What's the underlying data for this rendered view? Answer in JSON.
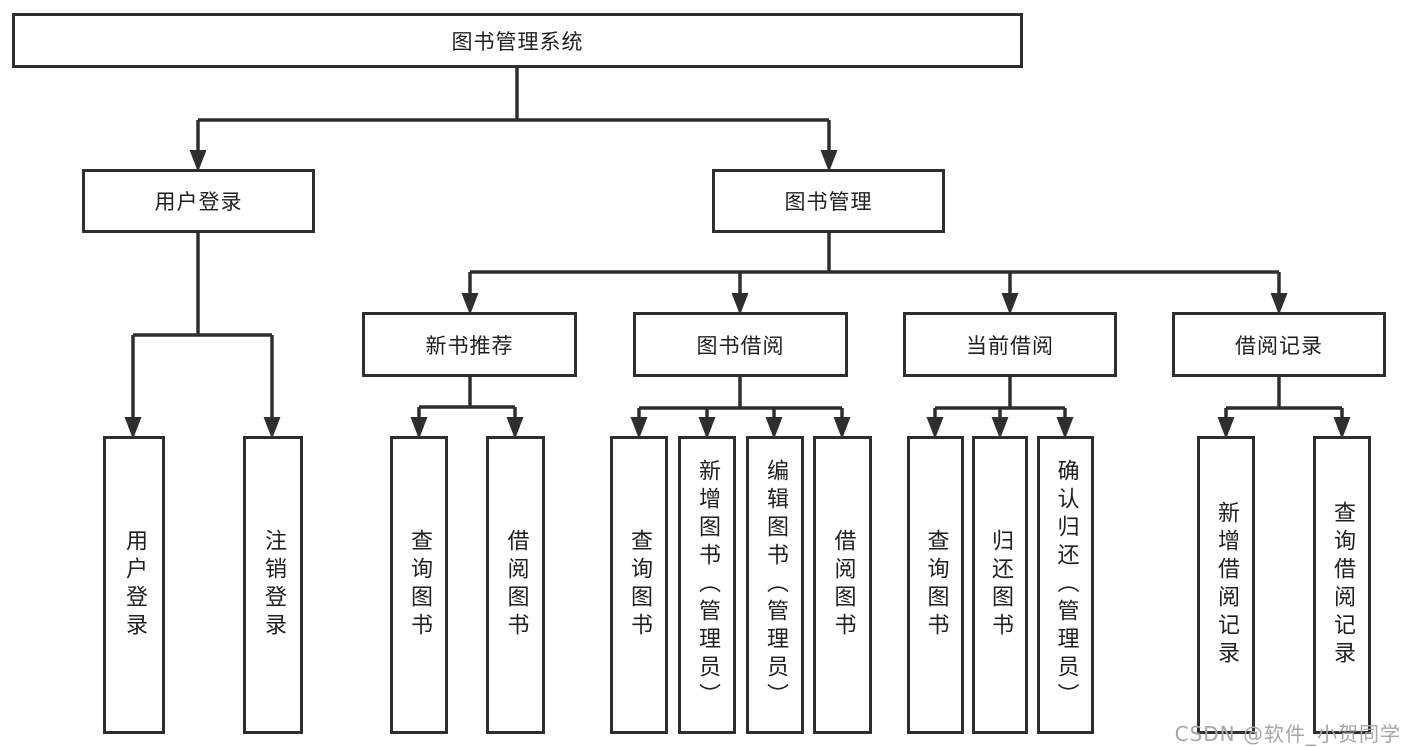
{
  "diagram": {
    "root": {
      "label": "图书管理系统"
    },
    "level2": [
      {
        "label": "用户登录"
      },
      {
        "label": "图书管理"
      }
    ],
    "level3": [
      {
        "label": "新书推荐",
        "parent": "图书管理"
      },
      {
        "label": "图书借阅",
        "parent": "图书管理"
      },
      {
        "label": "当前借阅",
        "parent": "图书管理"
      },
      {
        "label": "借阅记录",
        "parent": "图书管理"
      }
    ],
    "leaves": [
      {
        "label": "用户登录",
        "parent": "用户登录"
      },
      {
        "label": "注销登录",
        "parent": "用户登录"
      },
      {
        "label": "查询图书",
        "parent": "新书推荐"
      },
      {
        "label": "借阅图书",
        "parent": "新书推荐"
      },
      {
        "label": "查询图书",
        "parent": "图书借阅"
      },
      {
        "label": "新增图书（管理员）",
        "parent": "图书借阅"
      },
      {
        "label": "编辑图书（管理员）",
        "parent": "图书借阅"
      },
      {
        "label": "借阅图书",
        "parent": "图书借阅"
      },
      {
        "label": "查询图书",
        "parent": "当前借阅"
      },
      {
        "label": "归还图书",
        "parent": "当前借阅"
      },
      {
        "label": "确认归还（管理员）",
        "parent": "当前借阅"
      },
      {
        "label": "新增借阅记录",
        "parent": "借阅记录"
      },
      {
        "label": "查询借阅记录",
        "parent": "借阅记录"
      }
    ]
  },
  "watermark": {
    "text": "CSDN @软件_小贺同学"
  },
  "colors": {
    "line": "#2e2e2e",
    "text": "#1f1f1f",
    "watermark": "#a6a6a6",
    "background": "#ffffff"
  }
}
